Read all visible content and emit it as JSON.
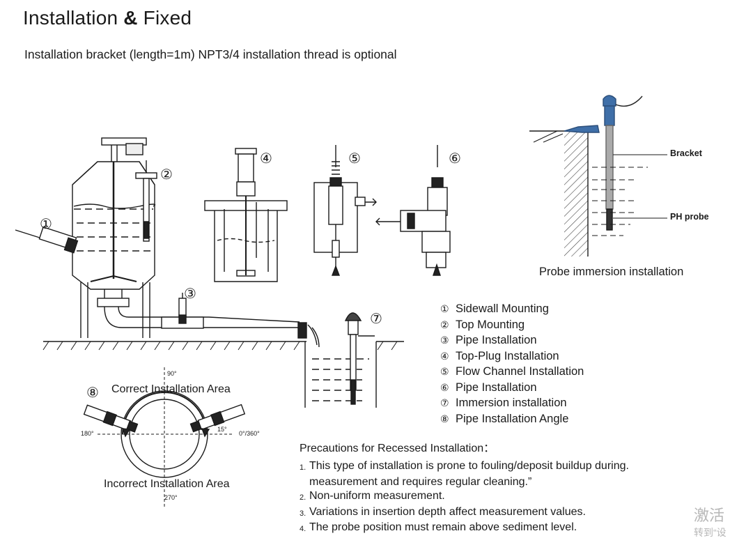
{
  "header": {
    "title_part1": "Installation ",
    "title_amp": "&",
    "title_part2": " Fixed",
    "subtitle": "Installation bracket (length=1m) NPT3/4 installation thread is optional"
  },
  "callouts": [
    "①",
    "②",
    "③",
    "④",
    "⑤",
    "⑥",
    "⑦",
    "⑧"
  ],
  "legend": [
    {
      "num": "①",
      "label": "Sidewall Mounting"
    },
    {
      "num": "②",
      "label": "Top Mounting"
    },
    {
      "num": "③",
      "label": "Pipe Installation"
    },
    {
      "num": "④",
      "label": "Top-Plug Installation"
    },
    {
      "num": "⑤",
      "label": "Flow Channel Installation"
    },
    {
      "num": "⑥",
      "label": "Pipe Installation"
    },
    {
      "num": "⑦",
      "label": "Immersion installation"
    },
    {
      "num": "⑧",
      "label": "Pipe Installation Angle"
    }
  ],
  "immersion": {
    "bracket_label": "Bracket",
    "probe_label": "PH probe",
    "caption": "Probe immersion installation"
  },
  "angle_diagram": {
    "correct_label": "Correct Installation Area",
    "incorrect_label": "Incorrect Installation Area",
    "deg_90": "90°",
    "deg_180": "180°",
    "deg_0_360": "0°/360°",
    "deg_270": "270°",
    "deg_15": "15°"
  },
  "precautions": {
    "title": "Precautions for Recessed Installation：",
    "items": [
      {
        "n": "1.",
        "lines": [
          "This type of installation is prone to fouling/deposit buildup during.",
          "measurement and requires regular cleaning.”"
        ]
      },
      {
        "n": "2.",
        "lines": [
          "Non-uniform measurement."
        ]
      },
      {
        "n": "3.",
        "lines": [
          "Variations in insertion depth affect measurement values."
        ]
      },
      {
        "n": "4.",
        "lines": [
          "The probe position must remain above sediment level."
        ]
      }
    ]
  },
  "watermark": {
    "line1": "激活",
    "line2": "转到“设"
  },
  "colors": {
    "line": "#1a1a1a",
    "probe_blue": "#3f6fa8",
    "hatch": "#555555"
  }
}
